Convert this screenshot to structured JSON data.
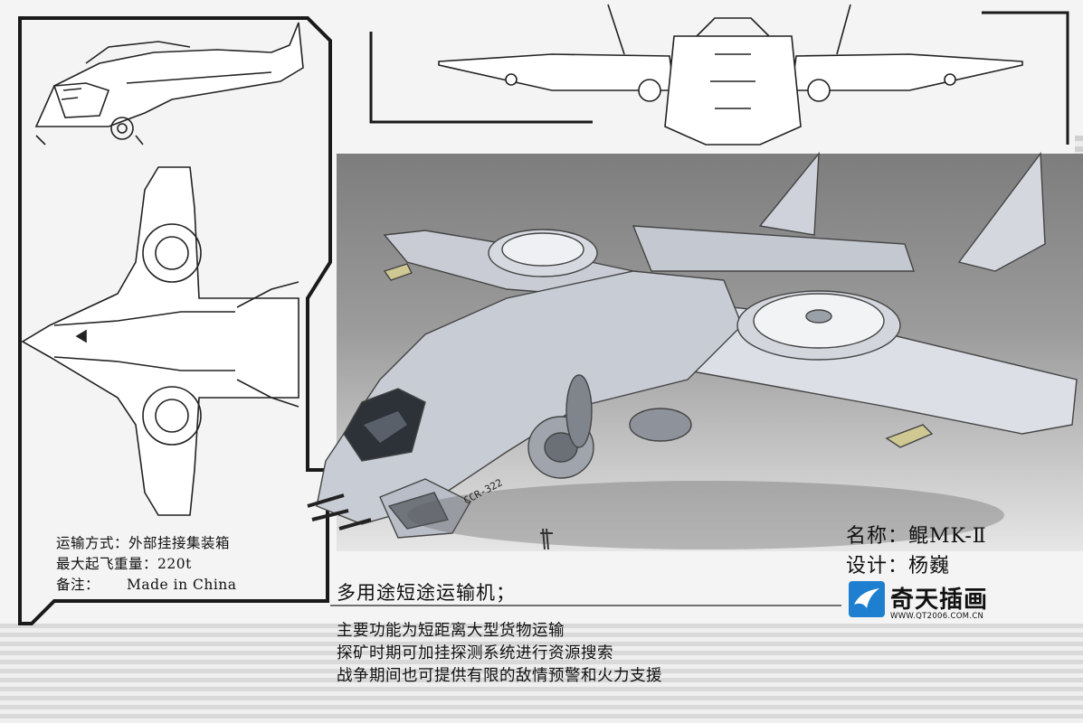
{
  "specs": {
    "transport_label": "运输方式：",
    "transport_value": "外部挂接集装箱",
    "weight_label": "最大起飞重量：",
    "weight_value": "220t",
    "note_label": "备注：",
    "note_value": "Made in China"
  },
  "title": "多用途短途运输机；",
  "description": [
    "主要功能为短距离大型货物运输",
    "探矿时期可加挂探测系统进行资源搜索",
    "战争期间也可提供有限的敌情预警和火力支援"
  ],
  "info": {
    "name_label": "名称：",
    "name_value": "鲲MK-Ⅱ",
    "designer_label": "设计：",
    "designer_value": "杨巍"
  },
  "aircraft": {
    "hull_code": "CCR-322"
  },
  "logo": {
    "name": "奇天插画",
    "url": "WWW.QT2006.COM.CN",
    "icon": "bird-icon"
  },
  "colors": {
    "background": "#f4f4f4",
    "frame": "#222222",
    "render_bg": "#8f8f8f",
    "hull": "#cfd3dc",
    "logo_blue": "#1e7fd0"
  }
}
